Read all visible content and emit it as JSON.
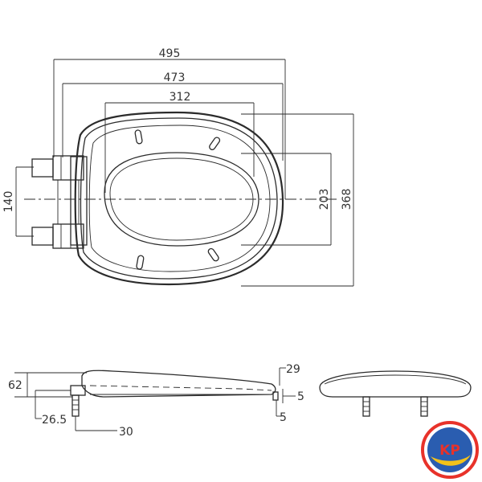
{
  "dimensions": {
    "top_view": {
      "overall_length": "495",
      "seat_length": "473",
      "opening_length": "312",
      "hinge_spacing": "140",
      "opening_width": "203",
      "overall_width": "368"
    },
    "side_view": {
      "height": "62",
      "lid_gap": "29",
      "bolt_offset": "26.5",
      "bolt_length": "30",
      "bumper_top": "5",
      "bumper_bottom": "5"
    }
  },
  "logo": {
    "text": "KP",
    "colors": {
      "ring": "#e8322a",
      "fill": "#2a5db0",
      "accent": "#f3c21a"
    }
  }
}
